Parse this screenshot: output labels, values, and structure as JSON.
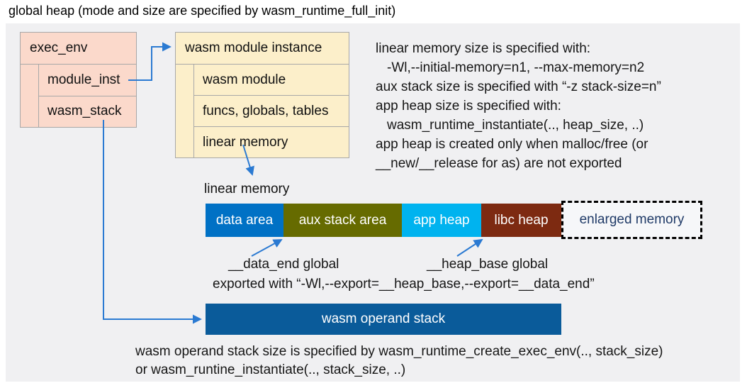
{
  "title": "global heap (mode and size are specified by wasm_runtime_full_init)",
  "exec_env_box": {
    "header": "exec_env",
    "rows": [
      {
        "label": "module_inst"
      },
      {
        "label": "wasm_stack"
      }
    ]
  },
  "module_instance_box": {
    "header": "wasm module instance",
    "rows": [
      {
        "label": "wasm module"
      },
      {
        "label": "funcs, globals, tables"
      },
      {
        "label": "linear memory"
      }
    ]
  },
  "info_block": {
    "lines": [
      {
        "text": "linear memory size is specified with:"
      },
      {
        "text": "-Wl,--initial-memory=n1, --max-memory=n2"
      },
      {
        "text": "aux stack size is specified with “-z stack-size=n”"
      },
      {
        "text": "app heap size is specified with:"
      },
      {
        "text": "wasm_runtime_instantiate(.., heap_size, ..)"
      },
      {
        "text": "app heap is created only when malloc/free (or"
      },
      {
        "text": "__new/__release for as) are not exported"
      }
    ]
  },
  "linear_memory": {
    "label": "linear memory",
    "segments": [
      {
        "label": "data area",
        "color": "#0071c5"
      },
      {
        "label": "aux stack area",
        "color": "#666b00"
      },
      {
        "label": "app heap",
        "color": "#00b3ef"
      },
      {
        "label": "libc heap",
        "color": "#7d2a11"
      }
    ],
    "enlarged": {
      "label": "enlarged memory",
      "text_color": "#1f3a67"
    }
  },
  "annotations": {
    "data_end": "__data_end global",
    "heap_base": "__heap_base global",
    "exported": "exported with “-Wl,--export=__heap_base,--export=__data_end”"
  },
  "operand_stack": {
    "label": "wasm operand stack",
    "color": "#0a5b9a"
  },
  "footer": {
    "line1": "wasm operand stack size is specified by wasm_runtime_create_exec_env(.., stack_size)",
    "line2": "or wasm_runtine_instantiate(.., stack_size, ..)"
  },
  "colors": {
    "panel_background": "#f0f0f2",
    "exec_env_fill": "#fbd9cb",
    "module_instance_fill": "#fcefca",
    "box_border": "#a8a8a8",
    "connector": "#2b7ad2",
    "enlarged_border": "#000000"
  }
}
